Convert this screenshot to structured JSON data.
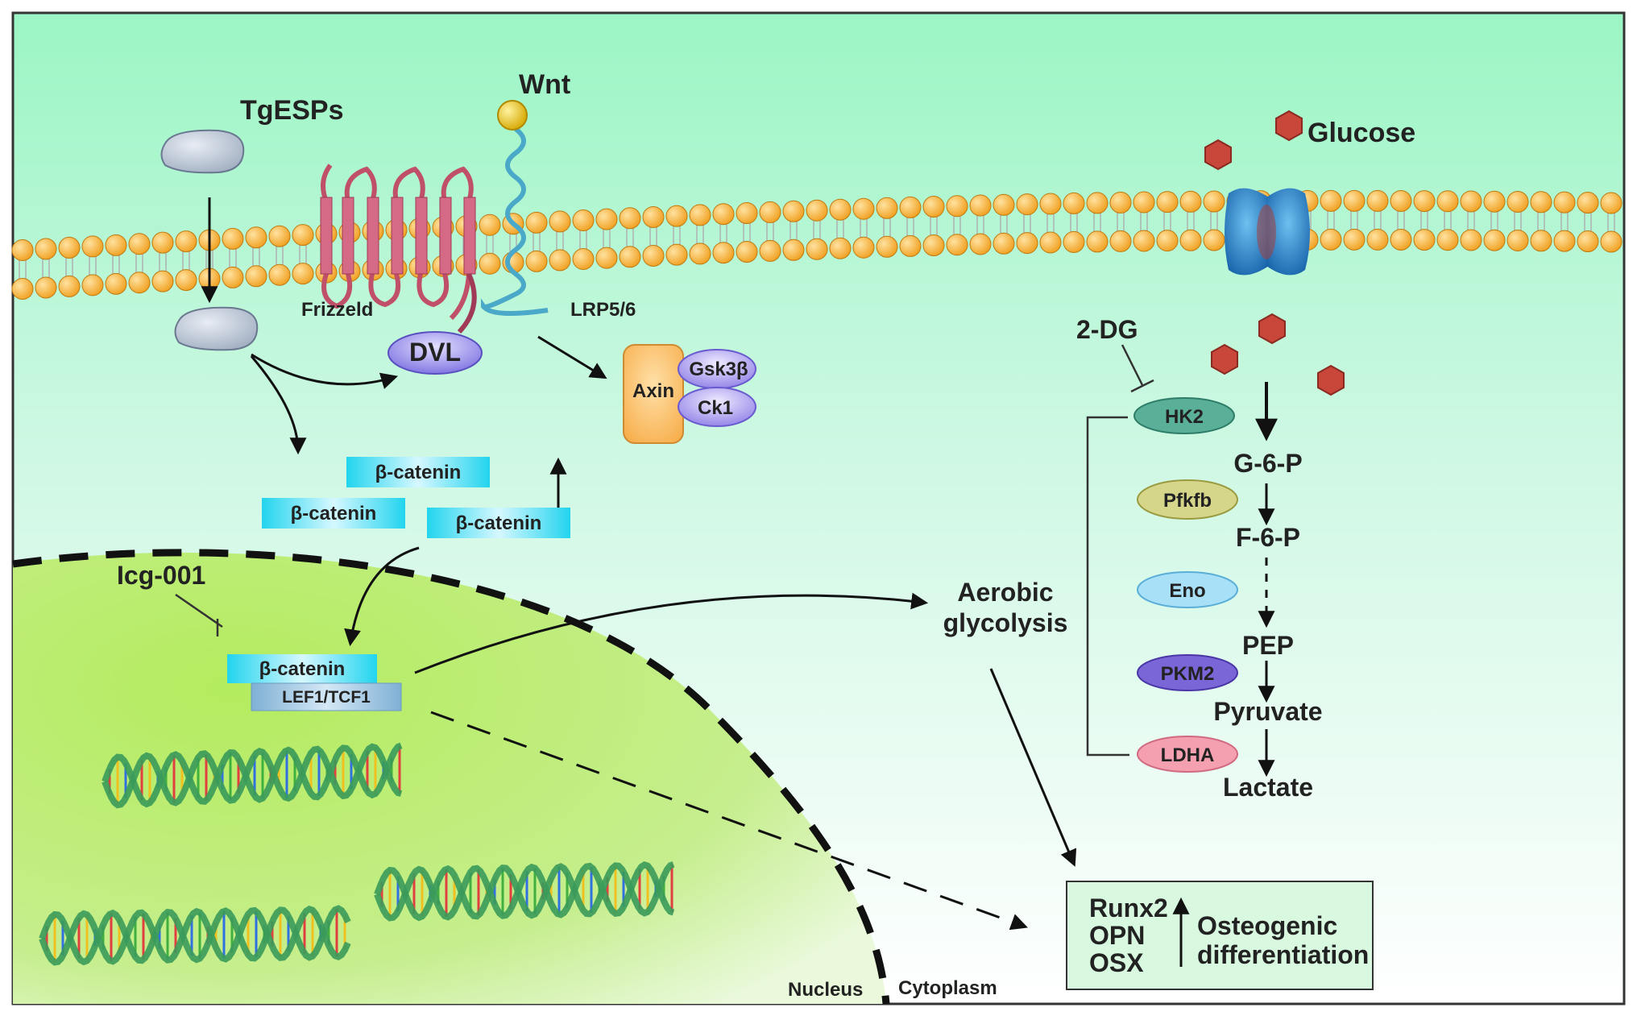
{
  "labels": {
    "tgesps": "TgESPs",
    "wnt": "Wnt",
    "glucose": "Glucose",
    "frizzled": "Frizzeld",
    "lrp": "LRP5/6",
    "dvl": "DVL",
    "axin": "Axin",
    "gsk3b": "Gsk3β",
    "ck1": "Ck1",
    "beta_catenin": "β-catenin",
    "icg": "Icg-001",
    "lef1": "LEF1/TCF1",
    "nucleus": "Nucleus",
    "cytoplasm": "Cytoplasm",
    "aerobic_1": "Aerobic",
    "aerobic_2": "glycolysis",
    "two_dg": "2-DG"
  },
  "enzymes": {
    "hk2": "HK2",
    "pfkfb": "Pfkfb",
    "eno": "Eno",
    "pkm2": "PKM2",
    "ldha": "LDHA"
  },
  "metabolites": {
    "g6p": "G-6-P",
    "f6p": "F-6-P",
    "pep": "PEP",
    "pyruvate": "Pyruvate",
    "lactate": "Lactate"
  },
  "outcome": {
    "markers": [
      "Runx2",
      "OPN",
      "OSX"
    ],
    "line1": "Osteogenic",
    "line2": "differentiation"
  },
  "colors": {
    "membrane_head": "#f5a623",
    "frizzled": "#c0506a",
    "dvl": "#7b72e0",
    "axin": "#f7b45a",
    "beta_catenin": "#26d6f0",
    "lef1": "#8ab6d6",
    "nucleus": "#a8e060",
    "glucose": "#c8463a",
    "transporter": "#1e6fb5"
  }
}
